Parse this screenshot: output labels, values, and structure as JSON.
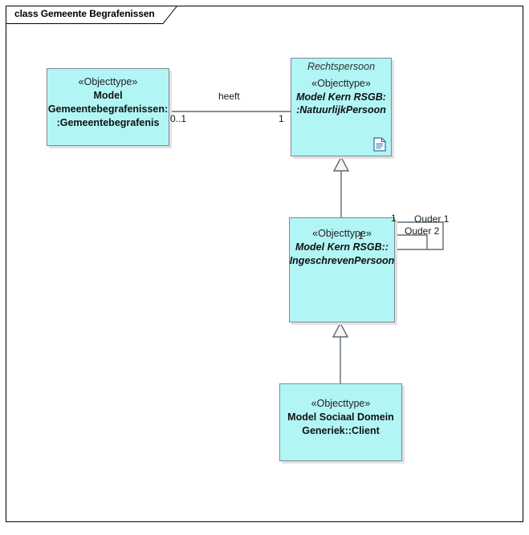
{
  "diagram": {
    "title": "class Gemeente Begrafenissen",
    "type": "uml-class-diagram",
    "colors": {
      "class_fill": "#b2f5f5",
      "class_border": "#7a8a96",
      "shadow": "#e2e2e2",
      "frame_border": "#000000",
      "connector": "#5a6b78",
      "text": "#111111"
    }
  },
  "classes": [
    {
      "id": "gemeentebegrafenis",
      "stereotype": "«Objecttype»",
      "name_line1": "Model",
      "name_line2": "Gemeentebegrafenissen:",
      "name_line3": ":Gemeentebegrafenis",
      "italic": false
    },
    {
      "id": "natuurlijkpersoon",
      "alias": "Rechtspersoon",
      "stereotype": "«Objecttype»",
      "name_line1": "Model Kern RSGB:",
      "name_line2": ":NatuurlijkPersoon",
      "italic": true,
      "icon": "document-icon"
    },
    {
      "id": "ingeschrevenpersoon",
      "stereotype": "«Objecttype»",
      "name_line1": "Model Kern RSGB::",
      "name_line2": "IngeschrevenPersoon",
      "italic": true
    },
    {
      "id": "client",
      "stereotype": "«Objecttype»",
      "name_line1": "Model Sociaal Domein",
      "name_line2": "Generiek::Client",
      "italic": false
    }
  ],
  "associations": [
    {
      "id": "heeft",
      "label": "heeft",
      "source_multiplicity": "0..1",
      "target_multiplicity": "1",
      "from": "gemeentebegrafenis",
      "to": "natuurlijkpersoon"
    },
    {
      "id": "ouder-1",
      "label": "Ouder 1",
      "multiplicity": "1",
      "from": "ingeschrevenpersoon",
      "to": "ingeschrevenpersoon"
    },
    {
      "id": "ouder-2",
      "label": "Ouder 2",
      "multiplicity": "1",
      "from": "ingeschrevenpersoon",
      "to": "ingeschrevenpersoon"
    }
  ],
  "generalizations": [
    {
      "id": "gen-ingeschreven-natuurlijk",
      "from": "ingeschrevenpersoon",
      "to": "natuurlijkpersoon"
    },
    {
      "id": "gen-client-ingeschreven",
      "from": "client",
      "to": "ingeschrevenpersoon"
    }
  ]
}
